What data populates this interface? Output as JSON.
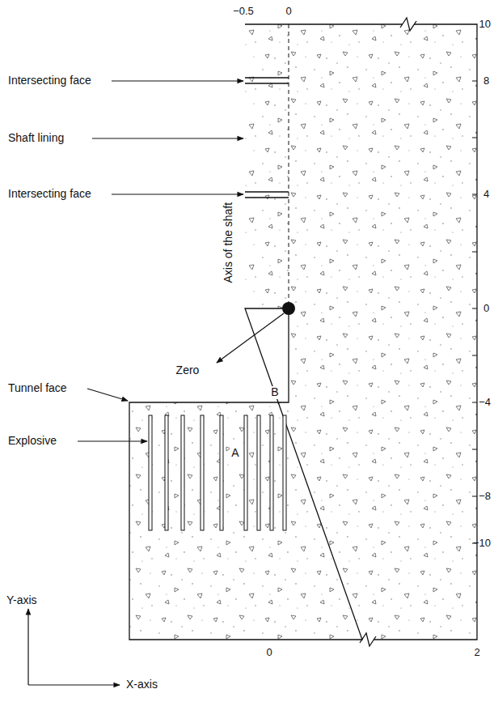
{
  "diagram": {
    "labels": [
      "−0.5",
      "0",
      "10",
      "8",
      "4",
      "0",
      "−4",
      "−8",
      "−10",
      "0",
      "2",
      "Intersecting face",
      "Shaft lining",
      "Intersecting face",
      "Axis of the shaft",
      "Zero",
      "Tunnel face",
      "B",
      "Explosive",
      "A",
      "Y-axis",
      "X-axis"
    ]
  }
}
